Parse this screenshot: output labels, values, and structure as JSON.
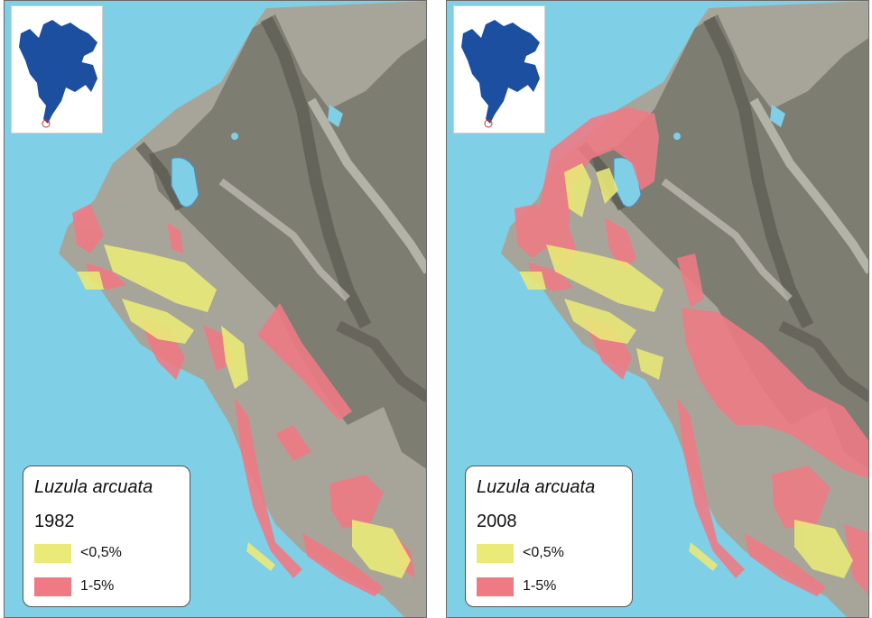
{
  "panels": [
    {
      "species": "Luzula arcuata",
      "year": "1982",
      "legend": [
        {
          "label": "<0,5%",
          "color": "#eaea78"
        },
        {
          "label": "1-5%",
          "color": "#ef7a84"
        }
      ]
    },
    {
      "species": "Luzula arcuata",
      "year": "2008",
      "legend": [
        {
          "label": "<0,5%",
          "color": "#eaea78"
        },
        {
          "label": "1-5%",
          "color": "#ef7a84"
        }
      ]
    }
  ],
  "colors": {
    "sea": "#7fcfe6",
    "land": "#a7a59a",
    "mountain_shade": "#6e6d63",
    "mountain_light": "#d8d6cc",
    "inset_land": "#1c4fa0",
    "low_cover": "#eaea78",
    "high_cover": "#ef7a84"
  }
}
